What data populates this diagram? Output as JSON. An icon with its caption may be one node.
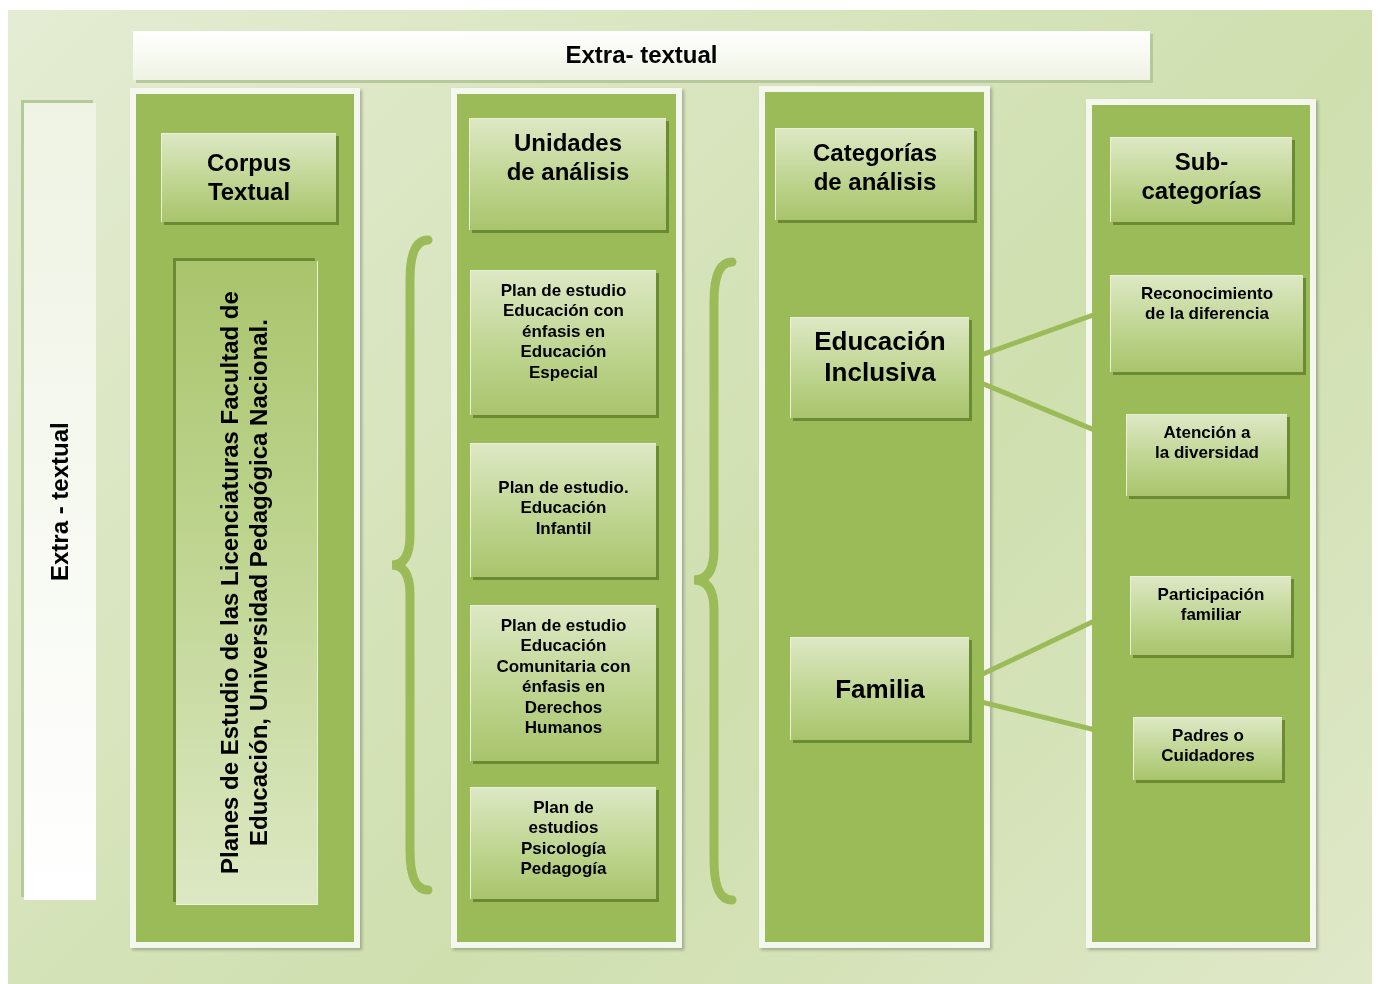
{
  "diagram": {
    "nodes": [
      {
        "text": [
          "Extra- textual"
        ]
      },
      {
        "text": [
          "Extra - textual"
        ]
      },
      {
        "text": [],
        "shape": "box"
      },
      {
        "text": [
          "Corpus Textual"
        ],
        "in": 2
      },
      {
        "text": [
          "Planes de Estudio de las Licenciaturas Facultad de Educación, Universidad Pedagógica Nacional."
        ],
        "in": 2
      },
      {
        "text": [],
        "shape": "box"
      },
      {
        "text": [
          "Unidades de análisis"
        ],
        "in": 5
      },
      {
        "text": [
          "Plan de estudio Educación con énfasis en Educación Especial"
        ],
        "in": 5
      },
      {
        "text": [
          "Plan de estudio. Educación Infantil"
        ],
        "in": 5
      },
      {
        "text": [
          "Plan de estudio Educación Comunitaria con énfasis en Derechos Humanos"
        ],
        "in": 5
      },
      {
        "text": [
          "Plan de estudios Psicología Pedagogía"
        ],
        "in": 5
      },
      {
        "text": [],
        "shape": "box"
      },
      {
        "text": [
          "Categorías de análisis"
        ],
        "in": 11
      },
      {
        "text": [
          "Educación Inclusiva"
        ],
        "in": 11
      },
      {
        "text": [
          "Familia"
        ],
        "in": 11
      },
      {
        "text": [],
        "shape": "box"
      },
      {
        "text": [
          "Sub- categorías"
        ],
        "in": 15
      },
      {
        "text": [
          "Reconocimiento de la diferencia"
        ],
        "in": 15
      },
      {
        "text": [
          "Atención a la diversidad"
        ],
        "in": 15
      },
      {
        "text": [
          "Participación familiar"
        ],
        "in": 15
      },
      {
        "text": [
          "Padres o Cuidadores"
        ],
        "in": 15
      }
    ],
    "edges": [
      {
        "from": 13,
        "to": 17,
        "arrow": "none"
      },
      {
        "from": 13,
        "to": 18,
        "arrow": "none"
      },
      {
        "from": 14,
        "to": 19,
        "arrow": "none"
      },
      {
        "from": 14,
        "to": 20,
        "arrow": "none"
      }
    ]
  }
}
